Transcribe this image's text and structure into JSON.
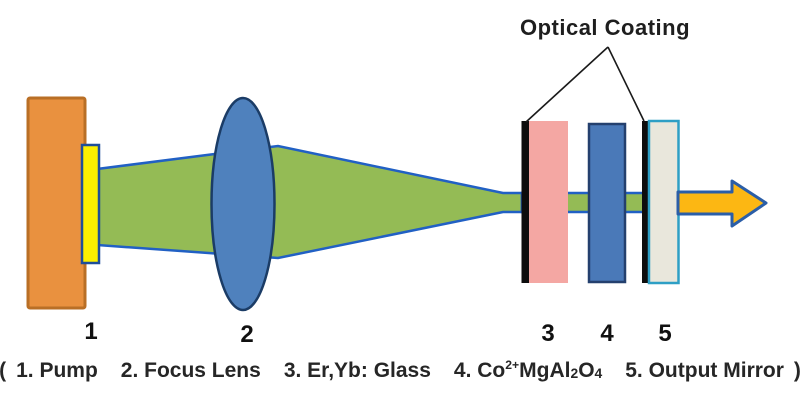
{
  "title": "Optical Coating",
  "markers": [
    "1",
    "2",
    "3",
    "4",
    "5"
  ],
  "legend": {
    "open": "(",
    "close": ")",
    "items": [
      {
        "text": "1. Pump"
      },
      {
        "text": "2. Focus Lens"
      },
      {
        "text": "3. Er,Yb: Glass"
      },
      {
        "pre": "4. Co",
        "sup": "2+",
        "mid": "MgAl",
        "sub1": "2",
        "mid2": "O",
        "sub2": "4"
      },
      {
        "text": "5. Output Mirror"
      }
    ]
  },
  "colors": {
    "background": "#ffffff",
    "beam_fill": "#94BB55",
    "beam_edge": "#2160C4",
    "pump_fill": "#E9913F",
    "pump_edge": "#B96F26",
    "emitter_fill": "#FCEF00",
    "emitter_edge": "#1F4E99",
    "lens_fill": "#4F81BD",
    "lens_edge": "#1B3C66",
    "coating_fill": "#0D0D0D",
    "gain_fill": "#F4A7A3",
    "absorber_fill": "#4A79B8",
    "absorber_edge": "#24406E",
    "mirror_fill": "#E9E7DC",
    "mirror_edge": "#2E9FC5",
    "arrow_fill": "#FCB713",
    "arrow_edge": "#2B5EA7",
    "text": "#1E1E1E"
  }
}
